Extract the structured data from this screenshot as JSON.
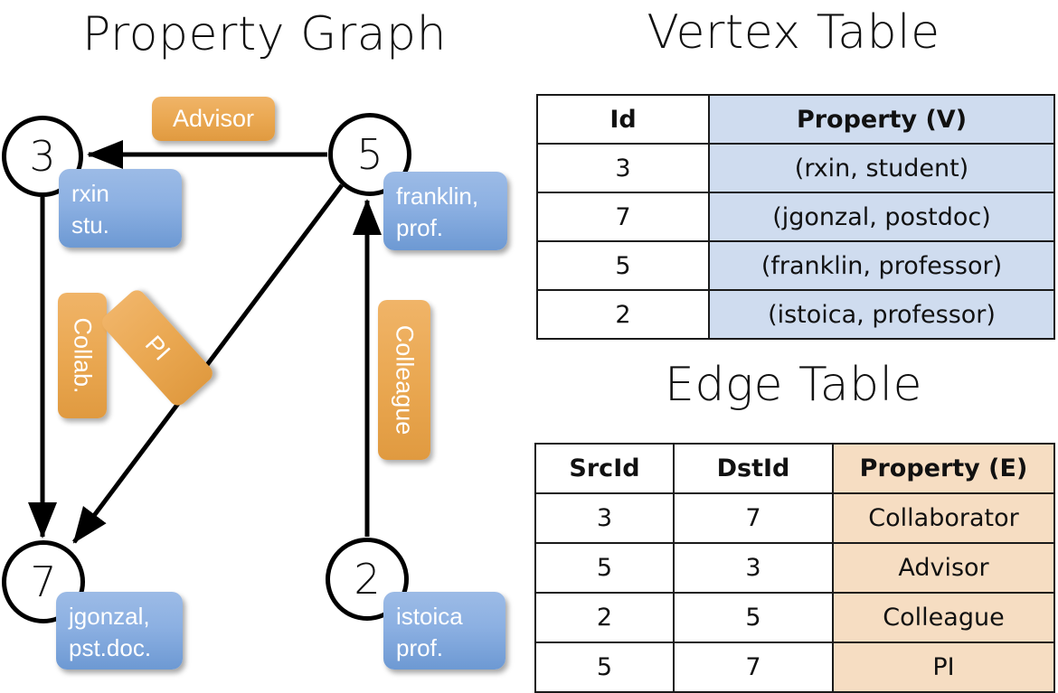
{
  "titles": {
    "property_graph": "Property Graph",
    "vertex_table": "Vertex Table",
    "edge_table": "Edge Table"
  },
  "graph": {
    "nodes": [
      {
        "id": "3",
        "property_label": "rxin\nstu."
      },
      {
        "id": "5",
        "property_label": "franklin,\nprof."
      },
      {
        "id": "7",
        "property_label": "jgonzal,\npst.doc."
      },
      {
        "id": "2",
        "property_label": "istoica\nprof."
      }
    ],
    "node_labels": {
      "n3": "3",
      "n5": "5",
      "n7": "7",
      "n2": "2"
    },
    "vertex_boxes": {
      "rxin_line1": "rxin",
      "rxin_line2": "stu.",
      "franklin_line1": "franklin,",
      "franklin_line2": "prof.",
      "jgonzal_line1": "jgonzal,",
      "jgonzal_line2": "pst.doc.",
      "istoica_line1": "istoica",
      "istoica_line2": "prof."
    },
    "edge_labels": {
      "advisor": "Advisor",
      "collab": "Collab.",
      "pi": "PI",
      "colleague": "Colleague"
    },
    "edges": [
      {
        "from": "5",
        "to": "3",
        "label": "Advisor"
      },
      {
        "from": "3",
        "to": "7",
        "label": "Collab."
      },
      {
        "from": "5",
        "to": "7",
        "label": "PI"
      },
      {
        "from": "2",
        "to": "5",
        "label": "Colleague"
      }
    ],
    "colors": {
      "vertex_box": "#8cb0e2",
      "edge_box": "#eaa852",
      "stroke": "#000000"
    }
  },
  "vertex_table": {
    "headers": [
      "Id",
      "Property (V)"
    ],
    "rows": [
      [
        "3",
        "(rxin, student)"
      ],
      [
        "7",
        "(jgonzal, postdoc)"
      ],
      [
        "5",
        "(franklin, professor)"
      ],
      [
        "2",
        "(istoica, professor)"
      ]
    ],
    "property_column_color": "#cfdcef"
  },
  "edge_table": {
    "headers": [
      "SrcId",
      "DstId",
      "Property (E)"
    ],
    "rows": [
      [
        "3",
        "7",
        "Collaborator"
      ],
      [
        "5",
        "3",
        "Advisor"
      ],
      [
        "2",
        "5",
        "Colleague"
      ],
      [
        "5",
        "7",
        "PI"
      ]
    ],
    "property_column_color": "#f6ddc2"
  }
}
